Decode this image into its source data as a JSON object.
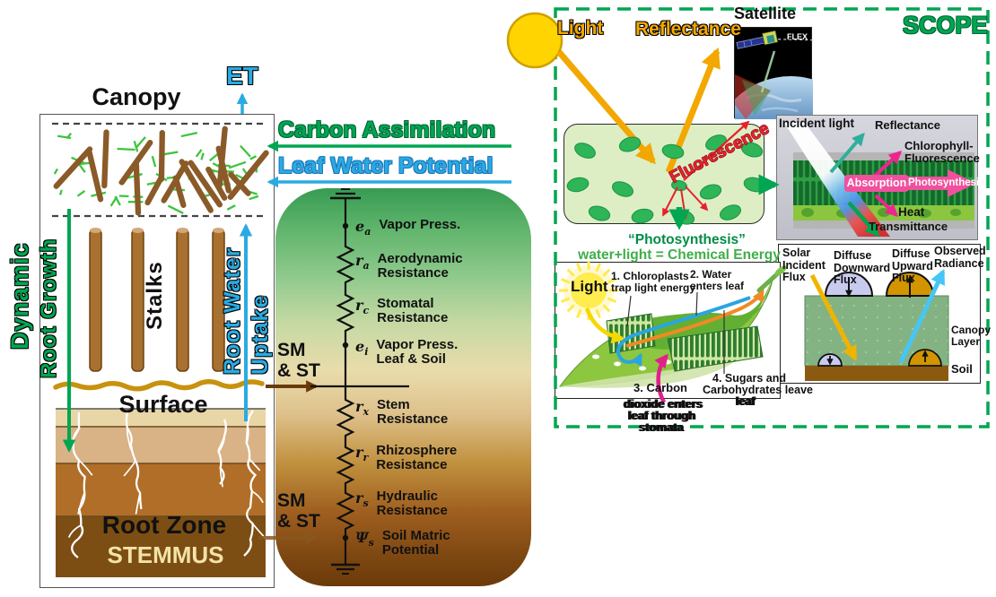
{
  "colors": {
    "accent_green": "#00A651",
    "accent_blue": "#29ABE2",
    "accent_orange": "#F5A800",
    "fluorescence_red": "#E8212B",
    "pink": "#EC268F",
    "teal": "#2FAF9B",
    "soil_brown": "#7D4E14",
    "stemmus_cream": "#F2E3A8",
    "sun_yellow": "#FFD400"
  },
  "left": {
    "canopy": "Canopy",
    "et": "ET",
    "dynamic": "Dynamic",
    "root_growth": "Root Growth",
    "stalks": "Stalks",
    "root_water": "Root Water",
    "uptake": "Uptake",
    "surface": "Surface",
    "root_zone": "Root Zone",
    "stemmus": "STEMMUS"
  },
  "middle": {
    "carbon_assimilation": "Carbon Assimilation",
    "leaf_water_potential": "Leaf Water Potential",
    "sm_st": [
      "SM",
      "& ST"
    ],
    "circuit": [
      {
        "sym": "e",
        "sub": "a",
        "lines": [
          "Vapor Press.",
          ""
        ]
      },
      {
        "sym": "r",
        "sub": "a",
        "lines": [
          "Aerodynamic",
          "Resistance"
        ]
      },
      {
        "sym": "r",
        "sub": "c",
        "lines": [
          "Stomatal",
          "Resistance"
        ]
      },
      {
        "sym": "e",
        "sub": "i",
        "lines": [
          "Vapor Press.",
          "Leaf & Soil"
        ]
      },
      {
        "sym": "r",
        "sub": "x",
        "lines": [
          "Stem",
          "Resistance"
        ]
      },
      {
        "sym": "r",
        "sub": "r",
        "lines": [
          "Rhizosphere",
          "Resistance"
        ]
      },
      {
        "sym": "r",
        "sub": "s",
        "lines": [
          "Hydraulic",
          "Resistance"
        ]
      },
      {
        "sym": "Ψ",
        "sub": "s",
        "lines": [
          "Soil Matric",
          "Potential"
        ]
      }
    ]
  },
  "scope": {
    "title": "SCOPE",
    "light": "Light",
    "reflectance": "Reflectance",
    "satellite": "Satellite",
    "flex": "FLEX",
    "fluorescence": "Fluorescence",
    "photosynthesis_title": "“Photosynthesis”",
    "photosynthesis_eq": "water+light = Chemical Energy",
    "leaf": {
      "light": "Light",
      "step1": [
        "1. Chloroplasts",
        "trap light energy"
      ],
      "step2": [
        "2. Water",
        "enters leaf"
      ],
      "step3": [
        "3. Carbon",
        "dioxide enters",
        "leaf through",
        "stomata"
      ],
      "step4": [
        "4. Sugars and",
        "Carbohydrates leave",
        "leaf"
      ]
    },
    "incident": {
      "incident_light": "Incident light",
      "reflectance": "Reflectance",
      "chlorophyll": [
        "Chlorophyll-",
        "Fluorescence"
      ],
      "absorption": "Absorption",
      "photosynthesis": "Photosynthesis",
      "heat": "Heat",
      "transmittance": "Transmittance"
    },
    "flux": {
      "solar": [
        "Solar",
        "Incident",
        "Flux"
      ],
      "downward": [
        "Diffuse",
        "Downward",
        "Flux"
      ],
      "upward": [
        "Diffuse",
        "Upward",
        "Flux"
      ],
      "observed": [
        "Observed",
        "Radiance"
      ],
      "canopy_layer": [
        "Canopy",
        "Layer"
      ],
      "soil": "Soil"
    }
  }
}
